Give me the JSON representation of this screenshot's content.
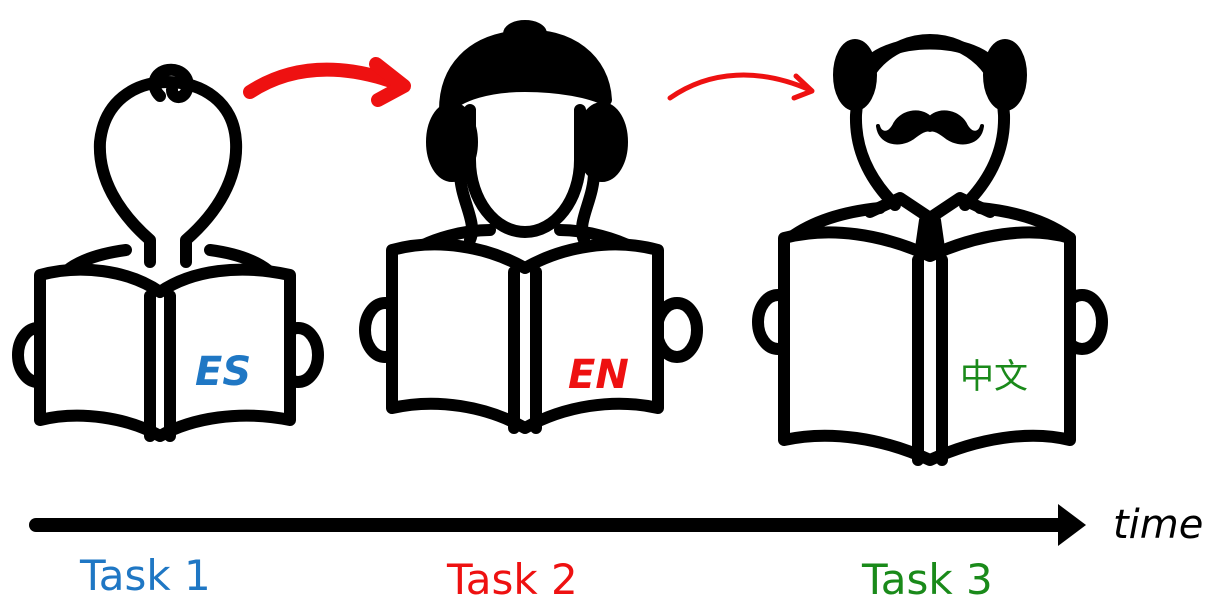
{
  "panels": [
    {
      "id": "task1",
      "book_text": "ES",
      "task_label": "Task 1",
      "color": "#1f77c4"
    },
    {
      "id": "task2",
      "book_text": "EN",
      "task_label": "Task 2",
      "color": "#ee1111"
    },
    {
      "id": "task3",
      "book_text": "中文",
      "task_label": "Task 3",
      "color": "#1a8a1a"
    }
  ],
  "timeline": {
    "label": "time",
    "color": "#000000"
  },
  "transitions": [
    {
      "from": "task1",
      "to": "task2",
      "style": "thick",
      "color": "#ee1111"
    },
    {
      "from": "task2",
      "to": "task3",
      "style": "thin",
      "color": "#ee1111"
    }
  ]
}
